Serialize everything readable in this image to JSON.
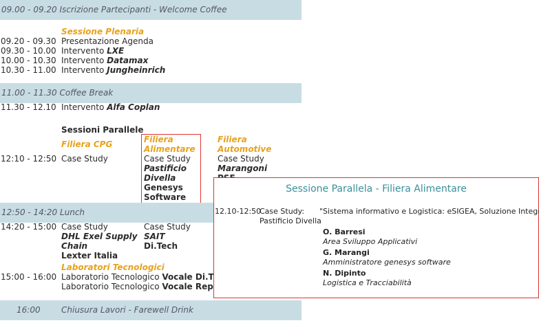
{
  "bars": {
    "welcome": "09.00 - 09.20 Iscrizione Partecipanti - Welcome Coffee",
    "coffee": "11.00 - 11.30 Coffee Break",
    "lunch": "12:50 - 14:20 Lunch",
    "closing_time": "16:00",
    "closing_text": "Chiusura Lavori - Farewell Drink"
  },
  "plenary": {
    "heading": "Sessione Plenaria",
    "rows": [
      {
        "time": "09.20 - 09.30",
        "prefix": "Presentazione Agenda",
        "name": ""
      },
      {
        "time": "09.30 - 10.00",
        "prefix": "Intervento ",
        "name": "LXE"
      },
      {
        "time": "10.00 - 10.30",
        "prefix": "Intervento ",
        "name": "Datamax"
      },
      {
        "time": "10.30 - 11.00",
        "prefix": "Intervento ",
        "name": "Jungheinrich"
      }
    ]
  },
  "after_coffee": {
    "time": "11.30 - 12.10",
    "prefix": "Intervento ",
    "name": "Alfa Coplan"
  },
  "parallel": {
    "heading": "Sessioni Parallele",
    "col1_heading": "Filiera CPG",
    "col2_heading": [
      "Filiera",
      "Alimentare"
    ],
    "col3_heading": [
      "Filiera",
      "Automotive"
    ],
    "time": "12:10 - 12:50",
    "col1": "Case Study",
    "col2": [
      "Case Study",
      "Pastificio",
      "Divella",
      "Genesys",
      "Software"
    ],
    "col3": [
      "Case Study",
      "Marangoni",
      "PSE"
    ]
  },
  "afternoon": {
    "time": "14:20 - 15:00",
    "col1": [
      "Case Study",
      "DHL Exel Supply",
      "Chain",
      "Lexter Italia"
    ],
    "col2": [
      "Case Study",
      "SAIT",
      "Di.Tech"
    ],
    "lab_heading": "Laboratori Tecnologici",
    "lab_time": "15:00 - 16:00",
    "lab_rows": [
      {
        "prefix": "Laboratorio Tecnologico ",
        "name": "Vocale Di.T"
      },
      {
        "prefix": "Laboratorio Tecnologico ",
        "name": "Vocale Rep"
      }
    ]
  },
  "popup": {
    "title": "Sessione Parallela - Filiera Alimentare",
    "time": "12.10-12:50",
    "label": "Case Study:",
    "subject": "Pastificio Divella",
    "topic": "\"Sistema informativo e Logistica: eSIGEA, Soluzione Integrata\"",
    "speakers": [
      {
        "name": "O. Barresi",
        "role": "Area Sviluppo Applicativi"
      },
      {
        "name": "G. Marangi",
        "role": "Amministratore genesys software"
      },
      {
        "name": "N. Dipinto",
        "role": "Logistica e Tracciabilità"
      }
    ]
  }
}
